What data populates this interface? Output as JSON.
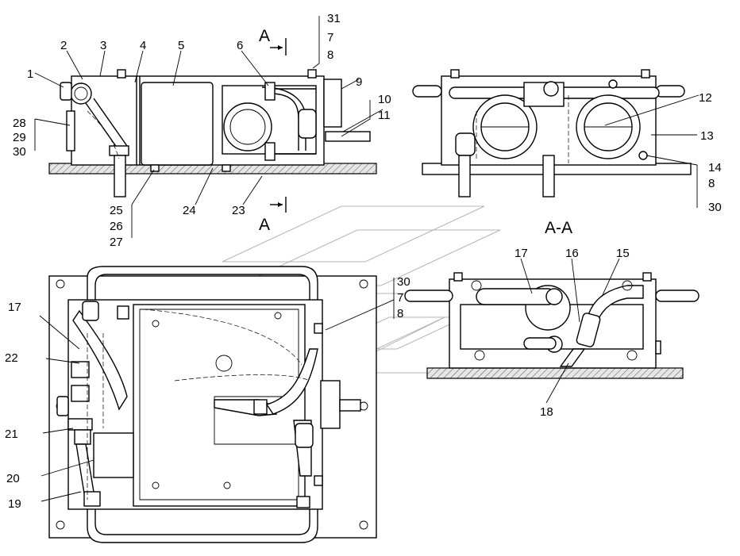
{
  "section_marks": {
    "top": "A",
    "bottom": "A",
    "view": "A-A"
  },
  "callouts": {
    "c1": "1",
    "c2": "2",
    "c3": "3",
    "c4": "4",
    "c5": "5",
    "c6": "6",
    "c7a": "7",
    "c7b": "7",
    "c8a": "8",
    "c8b": "8",
    "c8c": "8",
    "c9": "9",
    "c10": "10",
    "c11": "11",
    "c12": "12",
    "c13": "13",
    "c14": "14",
    "c15": "15",
    "c16": "16",
    "c17a": "17",
    "c17b": "17",
    "c18": "18",
    "c19": "19",
    "c20": "20",
    "c21": "21",
    "c22": "22",
    "c23": "23",
    "c24": "24",
    "c25": "25",
    "c26": "26",
    "c27": "27",
    "c28": "28",
    "c29": "29",
    "c30a": "30",
    "c30b": "30",
    "c30c": "30",
    "c31": "31"
  }
}
